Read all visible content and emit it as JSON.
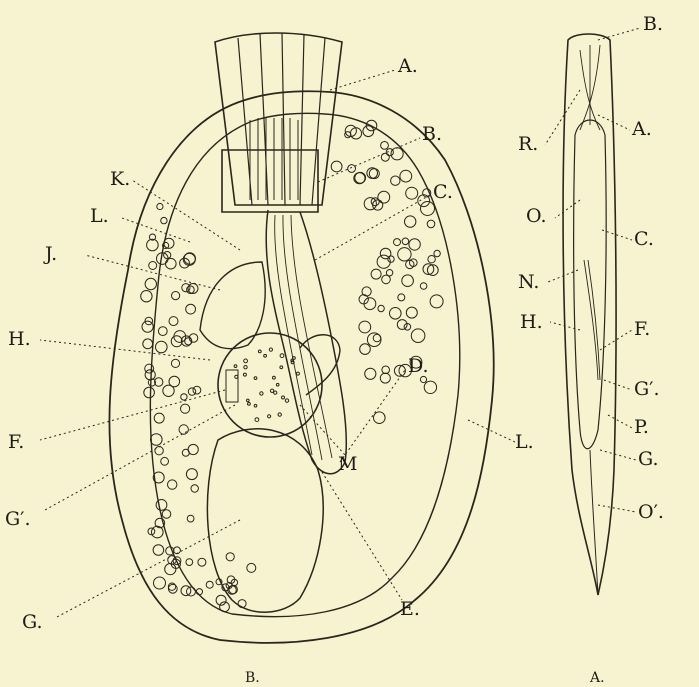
{
  "figure_b": {
    "caption": "B.",
    "labels": {
      "a": "A.",
      "b": "B.",
      "c": "C.",
      "d": "D.",
      "e": "E.",
      "f": "F.",
      "g_prime": "G′.",
      "g": "G.",
      "h": "H.",
      "j": "J.",
      "k": "K.",
      "l_left": "L.",
      "l_right": "L.",
      "m": "M"
    }
  },
  "figure_a": {
    "caption": "A.",
    "labels": {
      "b": "B.",
      "r": "R.",
      "a": "A.",
      "o": "O.",
      "c": "C.",
      "n": "N.",
      "h": "H.",
      "f": "F.",
      "g_prime": "G′.",
      "p": "P.",
      "g": "G.",
      "o_prime": "O′."
    }
  },
  "colors": {
    "paper": "#f7f2cf",
    "ink": "#2a261c"
  }
}
